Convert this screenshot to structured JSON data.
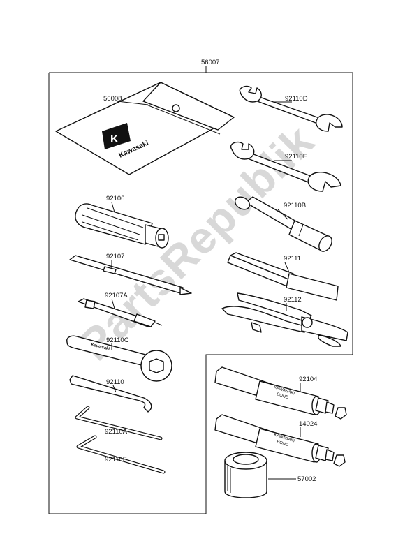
{
  "watermark": "PartsRepublik",
  "kit_label": "56007",
  "parts": {
    "pouch": "56008",
    "wrench_d": "92110D",
    "wrench_e": "92110E",
    "socket_b": "92110B",
    "driver_handle": "92106",
    "screwdriver_phillips": "92107",
    "screwdriver_flat_bar": "92111",
    "screwdriver_short": "92107A",
    "pliers": "92112",
    "spanner_c": "92110C",
    "hook_spanner": "92110",
    "hex_key_a": "92110A",
    "hex_key_f": "92110F",
    "bond_tube_1": "92104",
    "bond_tube_2": "14024",
    "grease_can": "57002"
  },
  "brand_text": "Kawasaki",
  "brand_logo_glyph": "K",
  "spanner_c_text": "Kawasaki",
  "tube_print_1": "KAWASAKI",
  "tube_print_2": "BOND"
}
